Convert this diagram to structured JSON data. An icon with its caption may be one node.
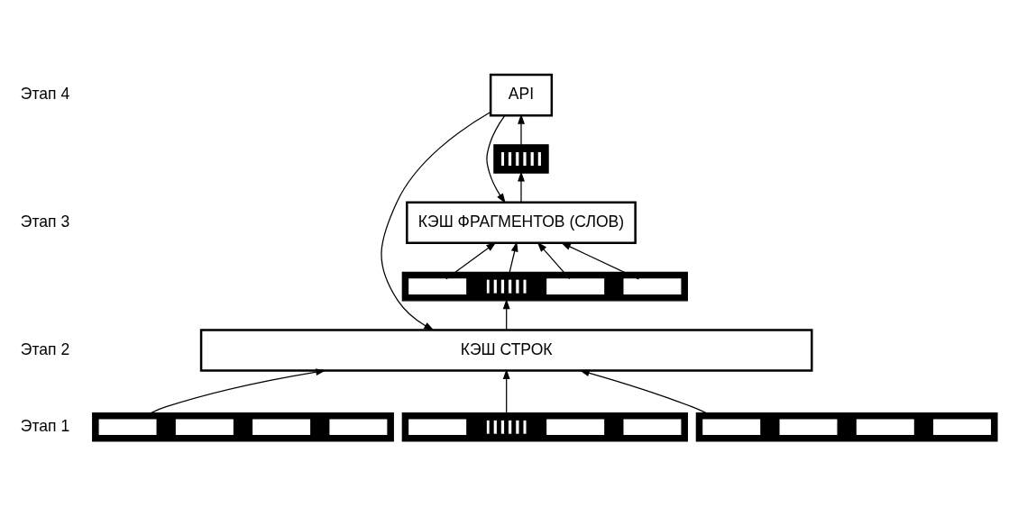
{
  "diagram": {
    "nodes": [
      {
        "text": [
          "API"
        ]
      },
      {
        "text": [],
        "shape": "bar"
      },
      {
        "text": [],
        "shape": "box",
        "in": 1
      },
      {
        "text": [
          "КЭШ ФРАГМЕНТОВ (СЛОВ)"
        ]
      },
      {
        "text": [],
        "shape": "bar"
      },
      {
        "text": [],
        "shape": "box",
        "in": 4
      },
      {
        "text": [],
        "shape": "box",
        "in": 4
      },
      {
        "text": [],
        "shape": "box",
        "in": 4
      },
      {
        "text": [],
        "shape": "box",
        "in": 4
      },
      {
        "text": [
          "КЭШ СТРОК"
        ]
      },
      {
        "text": [],
        "shape": "bar"
      },
      {
        "text": [],
        "shape": "box",
        "in": 10
      },
      {
        "text": [],
        "shape": "box",
        "in": 10
      },
      {
        "text": [],
        "shape": "box",
        "in": 10
      },
      {
        "text": [],
        "shape": "box",
        "in": 10
      },
      {
        "text": [],
        "shape": "bar"
      },
      {
        "text": [],
        "shape": "box",
        "in": 15
      },
      {
        "text": [],
        "shape": "box",
        "in": 15
      },
      {
        "text": [],
        "shape": "box",
        "in": 15
      },
      {
        "text": [],
        "shape": "box",
        "in": 15
      },
      {
        "text": [],
        "shape": "bar"
      },
      {
        "text": [],
        "shape": "box",
        "in": 20
      },
      {
        "text": [],
        "shape": "box",
        "in": 20
      },
      {
        "text": [],
        "shape": "box",
        "in": 20
      },
      {
        "text": [],
        "shape": "box",
        "in": 20
      }
    ],
    "edges": [
      {
        "from": 2,
        "to": 0,
        "arrow": "to"
      },
      {
        "from": 3,
        "to": 1,
        "arrow": "to"
      },
      {
        "from": 5,
        "to": 3,
        "arrow": "to"
      },
      {
        "from": 6,
        "to": 3,
        "arrow": "to"
      },
      {
        "from": 7,
        "to": 3,
        "arrow": "to"
      },
      {
        "from": 8,
        "to": 3,
        "arrow": "to"
      },
      {
        "from": 9,
        "to": 4,
        "arrow": "to"
      },
      {
        "from": 10,
        "to": 9,
        "arrow": "to"
      },
      {
        "from": 15,
        "to": 9,
        "arrow": "to"
      },
      {
        "from": 20,
        "to": 9,
        "arrow": "to"
      },
      {
        "from": 0,
        "to": 3,
        "arrow": "to"
      },
      {
        "from": 0,
        "to": 9,
        "arrow": "to"
      }
    ],
    "labels": [
      "Этап 4",
      "Этап 3",
      "Этап 2",
      "Этап 1"
    ]
  }
}
